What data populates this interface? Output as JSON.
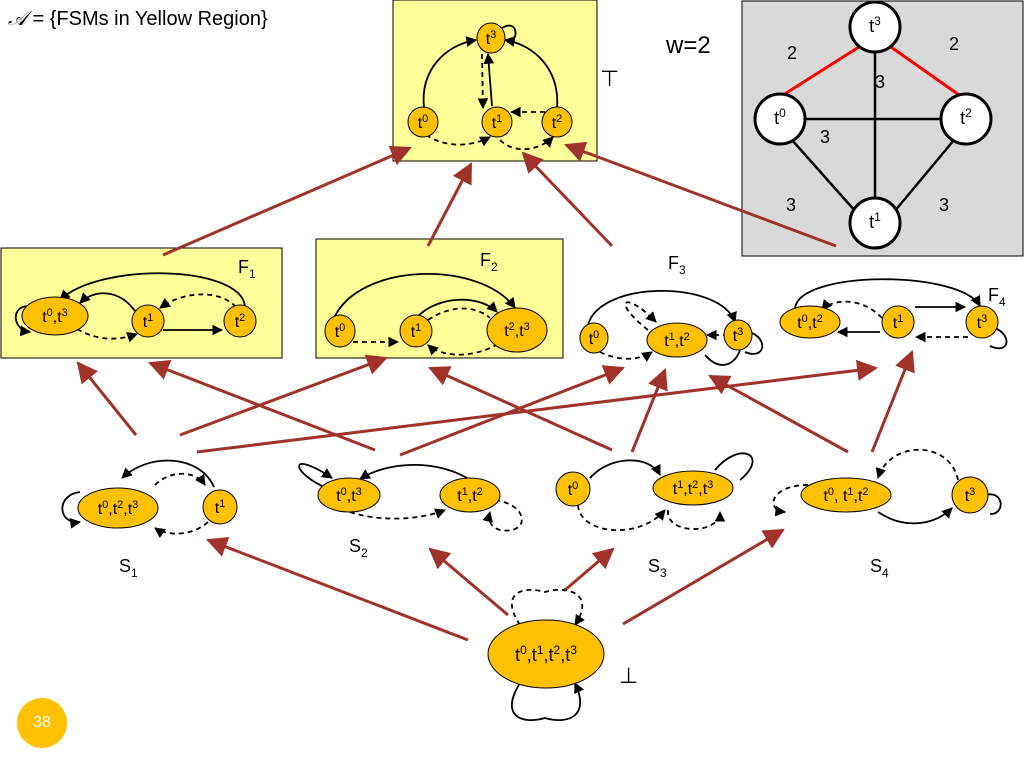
{
  "title": {
    "symbol": "𝒜",
    "text": " = {FSMs in Yellow Region}"
  },
  "page_number": "38",
  "colors": {
    "yellow": "#ffff99",
    "node": "#ffc000",
    "arrow": "#a0322a",
    "gray": "#d9d9d9",
    "red_edge": "#ff0000"
  },
  "symbols": {
    "top": "⊤",
    "bottom": "⊥"
  },
  "graph": {
    "w_label": "w=2",
    "nodes": {
      "t0": "0",
      "t1": "1",
      "t2": "2",
      "t3": "3"
    },
    "weights": {
      "t3_t0": "2",
      "t3_t2": "2",
      "t3_t1": "3",
      "t0_t2": "3",
      "t0_t1": "3",
      "t2_t1": "3"
    }
  },
  "states": {
    "F1": {
      "name": "F",
      "sub": "1"
    },
    "F2": {
      "name": "F",
      "sub": "2"
    },
    "F3": {
      "name": "F",
      "sub": "3"
    },
    "F4": {
      "name": "F",
      "sub": "4"
    },
    "S1": {
      "name": "S",
      "sub": "1"
    },
    "S2": {
      "name": "S",
      "sub": "2"
    },
    "S3": {
      "name": "S",
      "sub": "3"
    },
    "S4": {
      "name": "S",
      "sub": "4"
    }
  },
  "node_labels": {
    "top_t3": [
      [
        "t",
        "3"
      ]
    ],
    "top_t0": [
      [
        "t",
        "0"
      ]
    ],
    "top_t1": [
      [
        "t",
        "1"
      ]
    ],
    "top_t2": [
      [
        "t",
        "2"
      ]
    ],
    "f1_a": [
      [
        "t",
        "0"
      ],
      [
        ",t",
        "3"
      ]
    ],
    "f1_b": [
      [
        "t",
        "1"
      ]
    ],
    "f1_c": [
      [
        "t",
        "2"
      ]
    ],
    "f2_a": [
      [
        "t",
        "0"
      ]
    ],
    "f2_b": [
      [
        "t",
        "1"
      ]
    ],
    "f2_c": [
      [
        "t",
        "2"
      ],
      [
        ",t",
        "3"
      ]
    ],
    "f3_a": [
      [
        "t",
        "0"
      ]
    ],
    "f3_b": [
      [
        "t",
        "1"
      ],
      [
        ",t",
        "2"
      ]
    ],
    "f3_c": [
      [
        "t",
        "3"
      ]
    ],
    "f4_a": [
      [
        "t",
        "0"
      ],
      [
        ",t",
        "2"
      ]
    ],
    "f4_b": [
      [
        "t",
        "1"
      ]
    ],
    "f4_c": [
      [
        "t",
        "3"
      ]
    ],
    "s1_a": [
      [
        "t",
        "0"
      ],
      [
        ",t",
        "2"
      ],
      [
        ",t",
        "3"
      ]
    ],
    "s1_b": [
      [
        "t",
        "1"
      ]
    ],
    "s2_a": [
      [
        "t",
        "0"
      ],
      [
        ",t",
        "3"
      ]
    ],
    "s2_b": [
      [
        "t",
        "1"
      ],
      [
        ",t",
        "2"
      ]
    ],
    "s3_a": [
      [
        "t",
        "0"
      ]
    ],
    "s3_b": [
      [
        "t",
        "1"
      ],
      [
        ",t",
        "2"
      ],
      [
        ",t",
        "3"
      ]
    ],
    "s4_a": [
      [
        "t",
        "0"
      ],
      [
        ", t",
        "1"
      ],
      [
        ",t",
        "2"
      ]
    ],
    "s4_b": [
      [
        "t",
        "3"
      ]
    ],
    "bottom": [
      [
        "t",
        "0"
      ],
      [
        ",t",
        "1"
      ],
      [
        ",t",
        "2"
      ],
      [
        ",t",
        "3"
      ]
    ]
  }
}
